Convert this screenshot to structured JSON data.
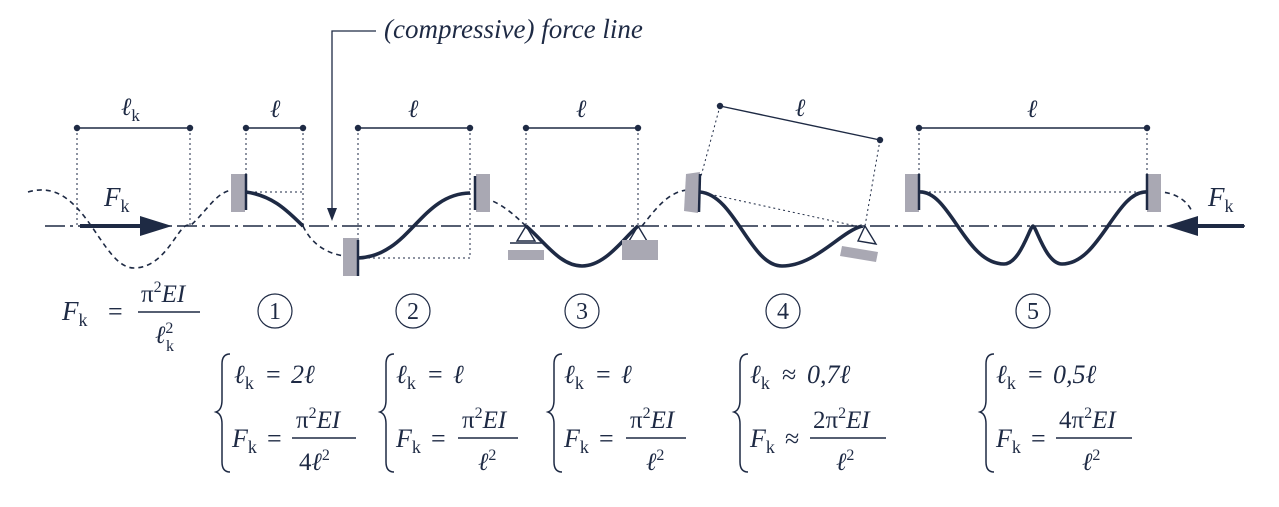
{
  "annotation": {
    "text": "(compressive) force line"
  },
  "symbols": {
    "force": "F",
    "force_sub": "k",
    "length": "ℓ",
    "length_k_sub": "k",
    "numerator": "π",
    "numerator_tail": "EI",
    "sq": "2"
  },
  "euler": {
    "lhs": "F",
    "lhs_sub": "k",
    "eq": "=",
    "num_pi": "π",
    "num_sup": "2",
    "num_tail": "EI",
    "den_l": "ℓ",
    "den_sup": "2",
    "den_sub": "k"
  },
  "cases": [
    {
      "number": "1",
      "lk_op": "=",
      "lk_rhs": "2ℓ",
      "fk_op": "=",
      "fk_coef": "",
      "fk_den_coef": "4"
    },
    {
      "number": "2",
      "lk_op": "=",
      "lk_rhs": "ℓ",
      "fk_op": "=",
      "fk_coef": "",
      "fk_den_coef": ""
    },
    {
      "number": "3",
      "lk_op": "=",
      "lk_rhs": "ℓ",
      "fk_op": "=",
      "fk_coef": "",
      "fk_den_coef": ""
    },
    {
      "number": "4",
      "lk_op": "≈",
      "lk_rhs": "0,7ℓ",
      "fk_op": "≈",
      "fk_coef": "2",
      "fk_den_coef": ""
    },
    {
      "number": "5",
      "lk_op": "=",
      "lk_rhs": "0,5ℓ",
      "fk_op": "=",
      "fk_coef": "4",
      "fk_den_coef": ""
    }
  ],
  "colors": {
    "ink": "#1e2a44",
    "support": "#a9a8b3"
  }
}
